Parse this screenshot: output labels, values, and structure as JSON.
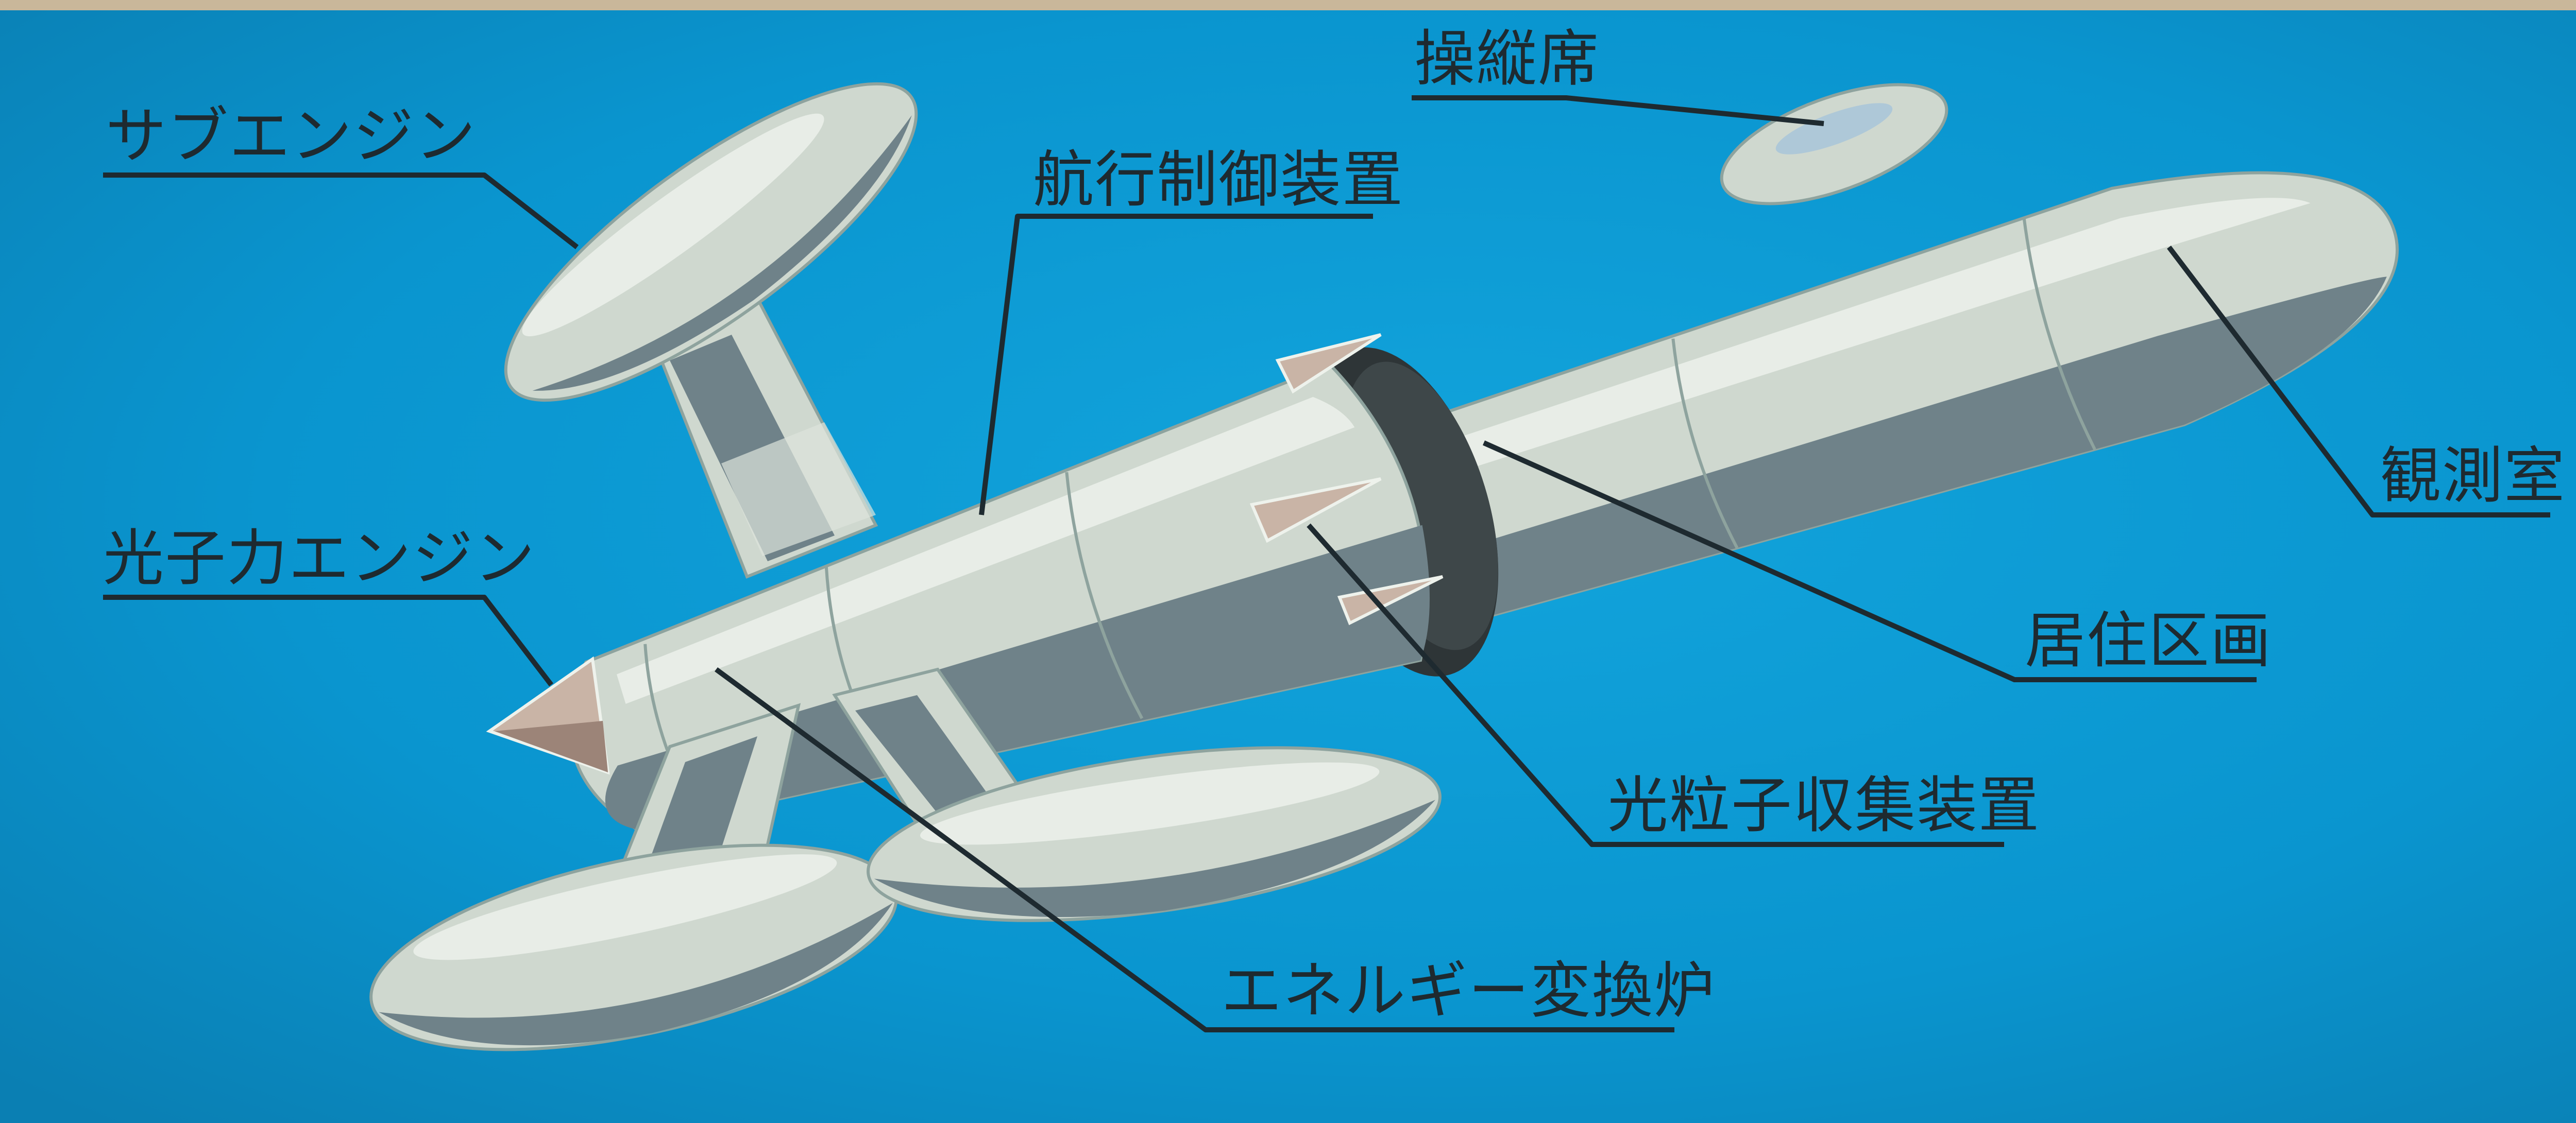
{
  "labels": {
    "sub_engine": "サブエンジン",
    "cockpit": "操縦席",
    "nav_control": "航行制御装置",
    "photon_engine": "光子力エンジン",
    "observation_room": "観測室",
    "living_quarters": "居住区画",
    "photon_collector": "光粒子収集装置",
    "energy_converter": "エネルギー変換炉"
  },
  "colors": {
    "background": "#0a95cf",
    "top_band": "#c9b79a",
    "hull_light": "#cfd8cf",
    "hull_shade": "#6f8289",
    "hull_highlight": "#eef2ec",
    "outline": "#8ea39e",
    "leader_line": "#1e2a30",
    "spike": "#c9b4a6",
    "intake_dark": "#2e3537"
  }
}
